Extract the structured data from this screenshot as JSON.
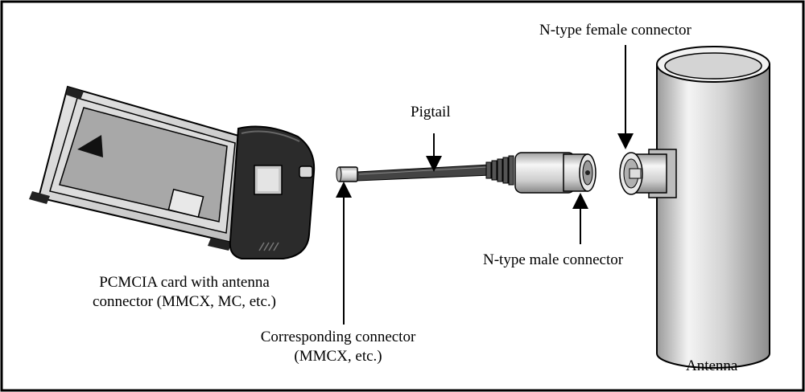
{
  "labels": {
    "pcmcia_line1": "PCMCIA card with antenna",
    "pcmcia_line2": "connector (MMCX, MC, etc.)",
    "pigtail": "Pigtail",
    "n_female": "N-type female connector",
    "n_male": "N-type male connector",
    "corresponding_line1": "Corresponding connector",
    "corresponding_line2": "(MMCX, etc.)",
    "antenna": "Antenna"
  },
  "colors": {
    "border": "#000000",
    "card_face": "#c8c8c8",
    "card_label": "#9a9a9a",
    "card_dark": "#2a2a2a",
    "metal_light": "#f2f2f2",
    "metal_mid": "#cfcfcf",
    "metal_dark": "#8a8a8a",
    "cable": "#333333"
  }
}
